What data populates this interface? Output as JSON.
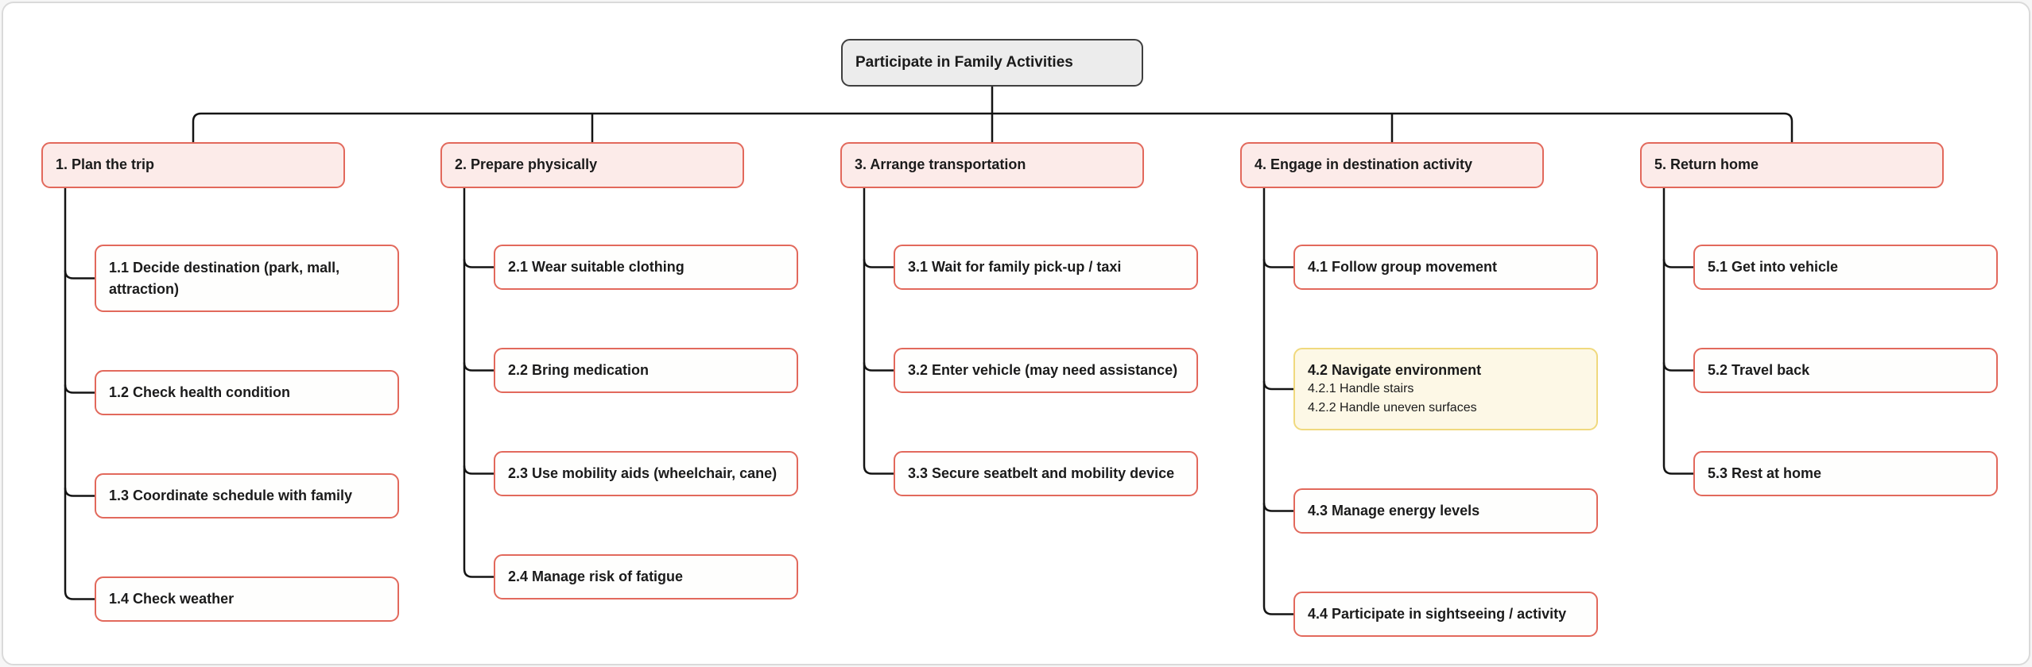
{
  "root": {
    "label": "Participate in Family Activities"
  },
  "branches": [
    {
      "id": "1",
      "label": "1. Plan the trip",
      "children": [
        {
          "id": "1.1",
          "label": "1.1 Decide destination (park, mall, attraction)"
        },
        {
          "id": "1.2",
          "label": "1.2 Check health condition"
        },
        {
          "id": "1.3",
          "label": "1.3 Coordinate schedule with family"
        },
        {
          "id": "1.4",
          "label": "1.4 Check weather"
        }
      ]
    },
    {
      "id": "2",
      "label": "2. Prepare physically",
      "children": [
        {
          "id": "2.1",
          "label": "2.1 Wear suitable clothing"
        },
        {
          "id": "2.2",
          "label": "2.2 Bring medication"
        },
        {
          "id": "2.3",
          "label": "2.3 Use mobility aids (wheelchair, cane)"
        },
        {
          "id": "2.4",
          "label": "2.4 Manage risk of fatigue"
        }
      ]
    },
    {
      "id": "3",
      "label": "3. Arrange transportation",
      "children": [
        {
          "id": "3.1",
          "label": "3.1 Wait for family pick-up / taxi"
        },
        {
          "id": "3.2",
          "label": "3.2 Enter vehicle (may need assistance)"
        },
        {
          "id": "3.3",
          "label": "3.3 Secure seatbelt and mobility device"
        }
      ]
    },
    {
      "id": "4",
      "label": "4. Engage in destination activity",
      "children": [
        {
          "id": "4.1",
          "label": "4.1 Follow group movement"
        },
        {
          "id": "4.2",
          "label": "4.2 Navigate environment",
          "highlight": true,
          "sublabels": [
            "4.2.1 Handle stairs",
            "4.2.2 Handle uneven surfaces"
          ]
        },
        {
          "id": "4.3",
          "label": "4.3 Manage energy levels"
        },
        {
          "id": "4.4",
          "label": "4.4 Participate in sightseeing / activity"
        }
      ]
    },
    {
      "id": "5",
      "label": "5. Return home",
      "children": [
        {
          "id": "5.1",
          "label": "5.1 Get into vehicle"
        },
        {
          "id": "5.2",
          "label": "5.2 Travel back"
        },
        {
          "id": "5.3",
          "label": "5.3 Rest at home"
        }
      ]
    }
  ],
  "colors": {
    "root_fill": "#ececec",
    "root_border": "#3f3f3f",
    "header_fill": "#fcebe9",
    "node_border": "#e2695c",
    "child_fill": "#fefefd",
    "highlight_fill": "#fdf8e6",
    "highlight_border": "#f0d97e",
    "line": "#141414",
    "text": "#1b1b1b"
  }
}
